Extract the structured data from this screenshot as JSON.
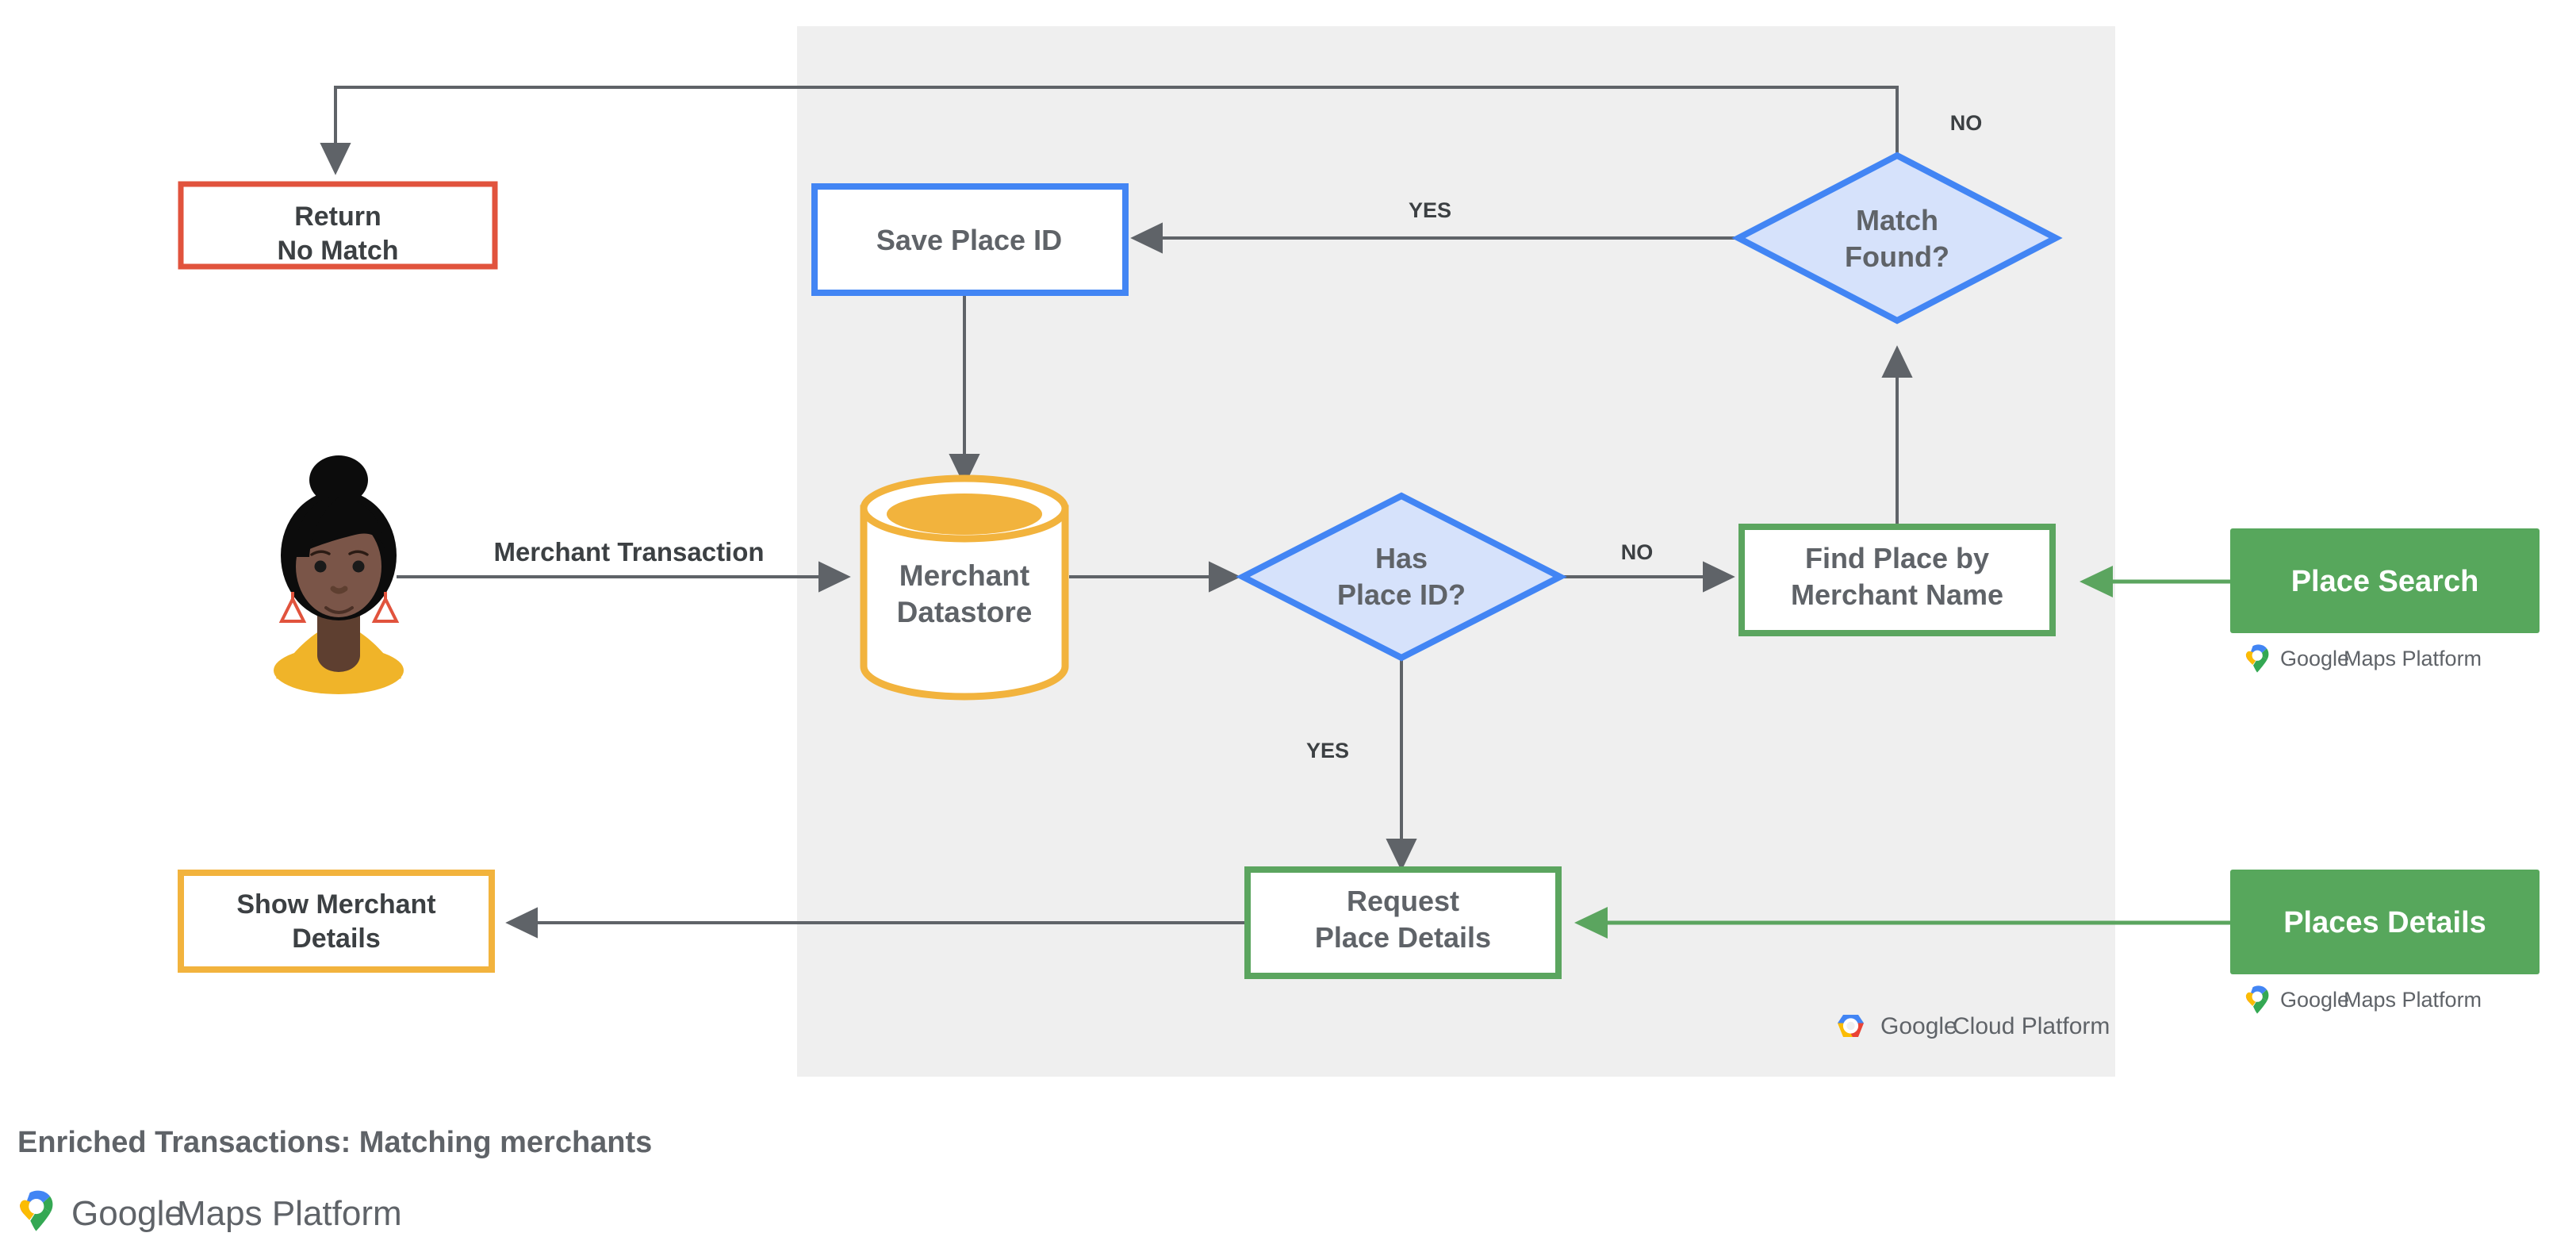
{
  "diagram": {
    "title": "Enriched Transactions: Matching merchants",
    "panel": {
      "name": "google-cloud-platform-region",
      "fill": "#efefef"
    },
    "palette": {
      "blue": "#4285F4",
      "blue_fill": "#d6e2fb",
      "green": "#5BA55F",
      "yellow": "#F2B33D",
      "red": "#E1533D",
      "gray_text": "#5f6368",
      "line": "#5f6368",
      "panel_bg": "#efefef"
    },
    "actor": {
      "name": "merchant-customer-avatar",
      "alt": "Illustrated person avatar"
    },
    "nodes": [
      {
        "id": "return-no-match",
        "lines": [
          "Return",
          "No Match"
        ],
        "shape": "rect",
        "accent": "red"
      },
      {
        "id": "save-place-id",
        "lines": [
          "Save Place ID"
        ],
        "shape": "rect",
        "accent": "blue"
      },
      {
        "id": "match-found",
        "lines": [
          "Match",
          "Found?"
        ],
        "shape": "diamond",
        "accent": "blue"
      },
      {
        "id": "merchant-datastore",
        "lines": [
          "Merchant",
          "Datastore"
        ],
        "shape": "cylinder",
        "accent": "yellow"
      },
      {
        "id": "has-place-id",
        "lines": [
          "Has",
          "Place ID?"
        ],
        "shape": "diamond",
        "accent": "blue"
      },
      {
        "id": "find-place-by-merchant-name",
        "lines": [
          "Find Place by",
          "Merchant Name"
        ],
        "shape": "rect",
        "accent": "green"
      },
      {
        "id": "request-place-details",
        "lines": [
          "Request",
          "Place Details"
        ],
        "shape": "rect",
        "accent": "green"
      },
      {
        "id": "show-merchant-details",
        "lines": [
          "Show Merchant",
          "Details"
        ],
        "shape": "rect",
        "accent": "yellow"
      }
    ],
    "api_buttons": [
      {
        "id": "place-search",
        "label": "Place Search",
        "caption": "Google Maps Platform"
      },
      {
        "id": "places-details",
        "label": "Places Details",
        "caption": "Google Maps Platform"
      }
    ],
    "edge_labels": [
      {
        "id": "merchant-transaction",
        "text": "Merchant Transaction"
      },
      {
        "id": "has-place-id-no",
        "text": "NO"
      },
      {
        "id": "has-place-id-yes",
        "text": "YES"
      },
      {
        "id": "match-found-yes",
        "text": "YES"
      },
      {
        "id": "match-found-no",
        "text": "NO"
      }
    ],
    "panel_logo": {
      "id": "google-cloud-platform-logo",
      "brand": "Google",
      "product": "Cloud Platform"
    },
    "maps_logo": {
      "id": "google-maps-platform-logo",
      "brand": "Google",
      "product": "Maps Platform"
    },
    "footer": {
      "caption": "Enriched Transactions: Matching merchants",
      "logo_brand": "Google",
      "logo_product": "Maps Platform"
    }
  }
}
